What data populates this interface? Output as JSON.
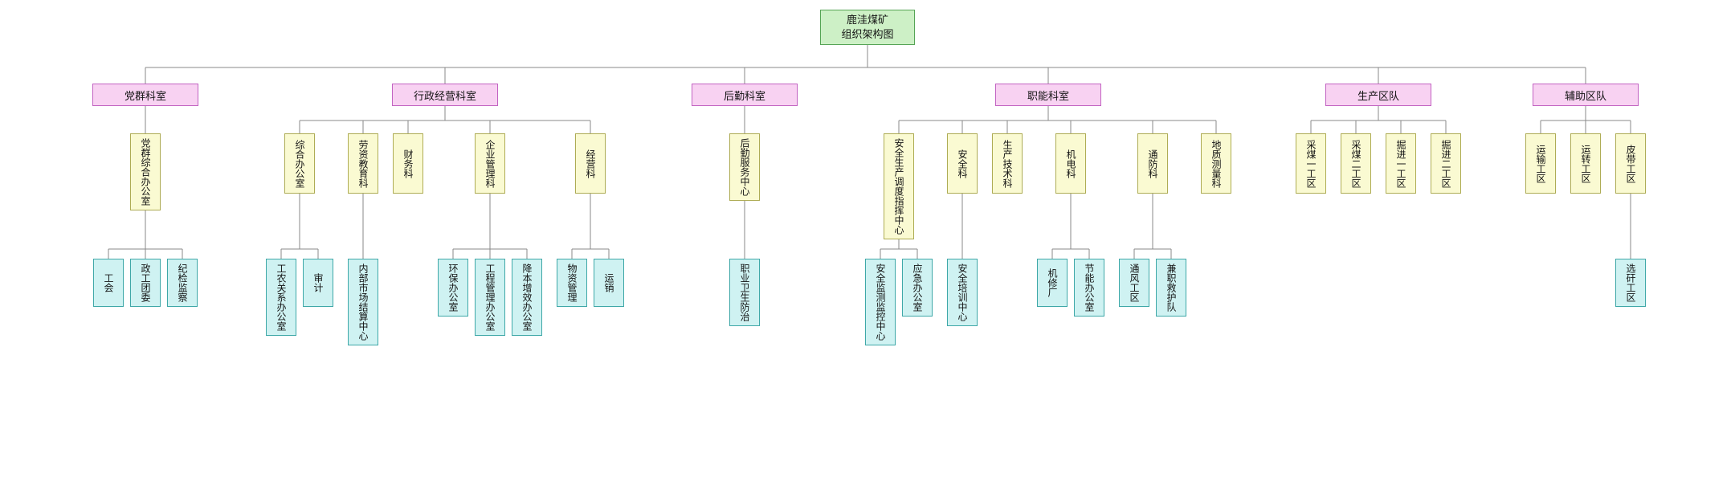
{
  "title": "鹿洼煤矿组织架构图",
  "colors": {
    "background": "#ffffff",
    "line": "#8a8a8a",
    "root_fill": "#cdf0c6",
    "root_border": "#55a455",
    "dept_fill": "#f8d2f2",
    "dept_border": "#c263c2",
    "section_fill": "#fafad2",
    "section_border": "#aeac55",
    "unit_fill": "#cff2f2",
    "unit_border": "#3fa8a8"
  },
  "tree": {
    "label": "鹿洼煤矿\n组织架构图",
    "type": "root",
    "children": [
      {
        "label": "党群科室",
        "type": "dept",
        "children": [
          {
            "label": "党群综合办公室",
            "type": "section",
            "children": [
              {
                "label": "工会",
                "type": "unit"
              },
              {
                "label": "政工团委",
                "type": "unit"
              },
              {
                "label": "纪检监察",
                "type": "unit"
              }
            ]
          }
        ]
      },
      {
        "label": "行政经营科室",
        "type": "dept",
        "children": [
          {
            "label": "综合办公室",
            "type": "section",
            "children": [
              {
                "label": "工农关系办公室",
                "type": "unit"
              },
              {
                "label": "审计",
                "type": "unit"
              }
            ]
          },
          {
            "label": "劳资教育科",
            "type": "section",
            "children": [
              {
                "label": "内部市场结算中心",
                "type": "unit"
              }
            ]
          },
          {
            "label": "财务科",
            "type": "section"
          },
          {
            "label": "企业管理科",
            "type": "section",
            "children": [
              {
                "label": "环保办公室",
                "type": "unit"
              },
              {
                "label": "工程管理办公室",
                "type": "unit"
              },
              {
                "label": "降本增效办公室",
                "type": "unit"
              }
            ]
          },
          {
            "label": "经营科",
            "type": "section",
            "children": [
              {
                "label": "物资管理",
                "type": "unit"
              },
              {
                "label": "运销",
                "type": "unit"
              }
            ]
          }
        ]
      },
      {
        "label": "后勤科室",
        "type": "dept",
        "children": [
          {
            "label": "后勤服务中心",
            "type": "section",
            "children": [
              {
                "label": "职业卫生防治",
                "type": "unit"
              }
            ]
          }
        ]
      },
      {
        "label": "职能科室",
        "type": "dept",
        "children": [
          {
            "label": "安全生产调度指挥中心",
            "type": "section",
            "children": [
              {
                "label": "安全监测监控中心",
                "type": "unit"
              },
              {
                "label": "应急办公室",
                "type": "unit"
              }
            ]
          },
          {
            "label": "安全科",
            "type": "section",
            "children": [
              {
                "label": "安全培训中心",
                "type": "unit"
              }
            ]
          },
          {
            "label": "生产技术科",
            "type": "section"
          },
          {
            "label": "机电科",
            "type": "section",
            "children": [
              {
                "label": "机修厂",
                "type": "unit"
              },
              {
                "label": "节能办公室",
                "type": "unit"
              }
            ]
          },
          {
            "label": "通防科",
            "type": "section",
            "children": [
              {
                "label": "通风工区",
                "type": "unit"
              },
              {
                "label": "兼职救护队",
                "type": "unit"
              }
            ]
          },
          {
            "label": "地质测量科",
            "type": "section"
          }
        ]
      },
      {
        "label": "生产区队",
        "type": "dept",
        "children": [
          {
            "label": "采煤一工区",
            "type": "section"
          },
          {
            "label": "采煤二工区",
            "type": "section"
          },
          {
            "label": "掘进一工区",
            "type": "section"
          },
          {
            "label": "掘进二工区",
            "type": "section"
          }
        ]
      },
      {
        "label": "辅助区队",
        "type": "dept",
        "children": [
          {
            "label": "运输工区",
            "type": "section"
          },
          {
            "label": "运转工区",
            "type": "section"
          },
          {
            "label": "皮带工区",
            "type": "section",
            "children": [
              {
                "label": "选矸工区",
                "type": "unit"
              }
            ]
          }
        ]
      }
    ]
  }
}
